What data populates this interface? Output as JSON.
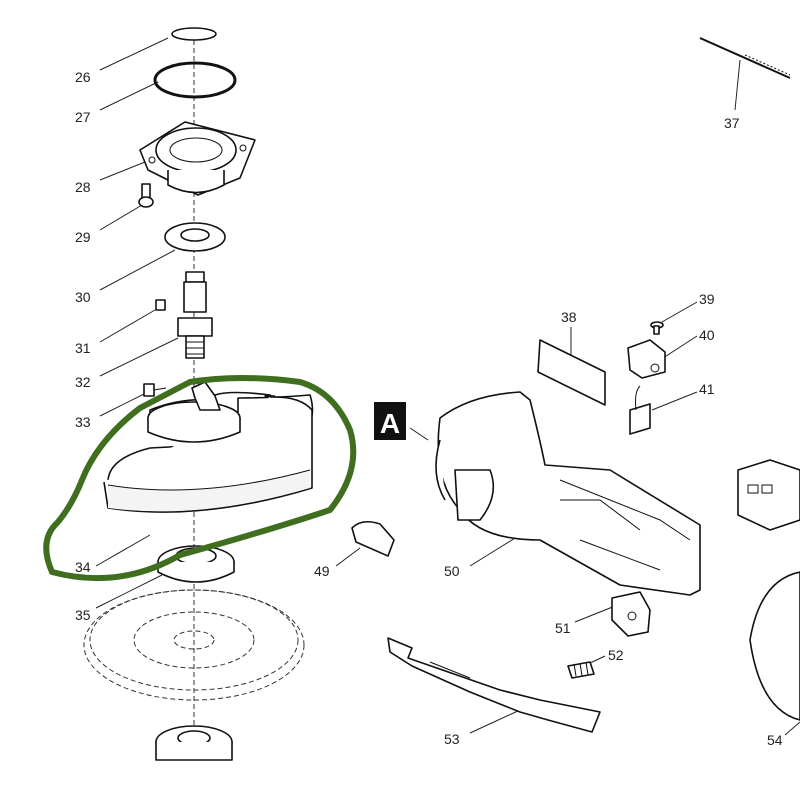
{
  "diagram": {
    "section_marker": "A",
    "highlight_color": "#3f6e1f",
    "callouts": [
      {
        "id": "26",
        "text": "26"
      },
      {
        "id": "27",
        "text": "27"
      },
      {
        "id": "28",
        "text": "28"
      },
      {
        "id": "29",
        "text": "29"
      },
      {
        "id": "30",
        "text": "30"
      },
      {
        "id": "31",
        "text": "31"
      },
      {
        "id": "32",
        "text": "32"
      },
      {
        "id": "33",
        "text": "33"
      },
      {
        "id": "34",
        "text": "34"
      },
      {
        "id": "35",
        "text": "35"
      },
      {
        "id": "37",
        "text": "37"
      },
      {
        "id": "38",
        "text": "38"
      },
      {
        "id": "39",
        "text": "39"
      },
      {
        "id": "40",
        "text": "40"
      },
      {
        "id": "41",
        "text": "41"
      },
      {
        "id": "49",
        "text": "49"
      },
      {
        "id": "50",
        "text": "50"
      },
      {
        "id": "51",
        "text": "51"
      },
      {
        "id": "52",
        "text": "52"
      },
      {
        "id": "53",
        "text": "53"
      },
      {
        "id": "54",
        "text": "54"
      }
    ]
  }
}
